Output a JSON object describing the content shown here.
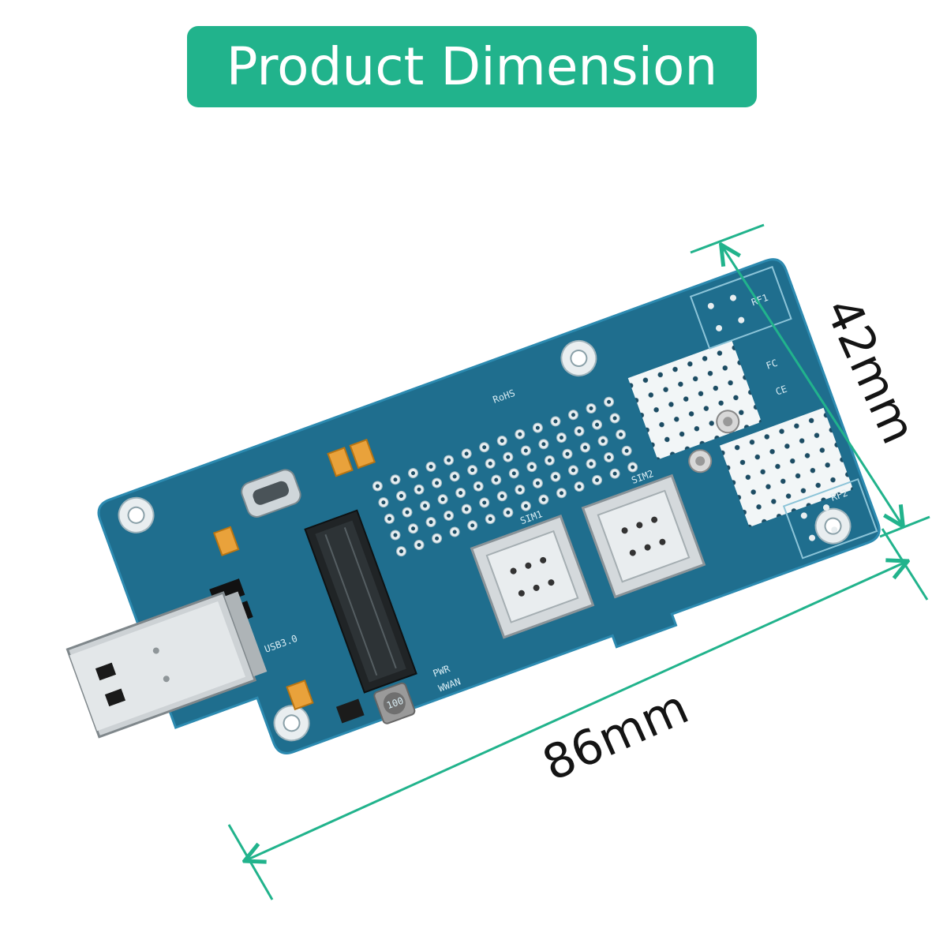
{
  "title": "Product Dimension",
  "dimensions": {
    "width_label": "86mm",
    "height_label": "42mm"
  },
  "colors": {
    "accent": "#21b38c",
    "board": "#1f6e8e",
    "board_edge": "#2c8ab0",
    "dimension_line": "#21b38c"
  },
  "board_silk": {
    "rohs": "RoHS",
    "fcc": "FC",
    "ce": "CE",
    "sim1": "SIM1",
    "sim2": "SIM2",
    "rf1": "RF1",
    "rf2": "RF2",
    "usb": "USB3.0",
    "inductor": "100",
    "wwan": "WWAN",
    "pwr": "PWR"
  }
}
